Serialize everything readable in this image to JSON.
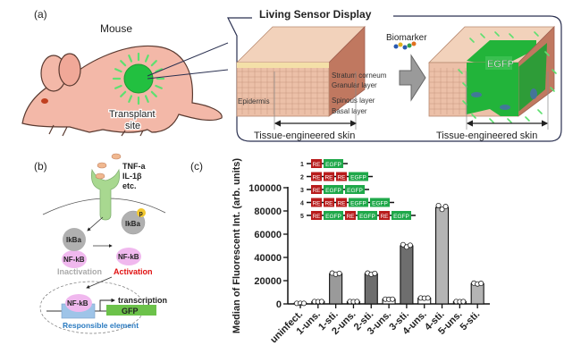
{
  "panel_a": {
    "label": "(a)",
    "mouse_label": "Mouse",
    "transplant_label_1": "Transplant",
    "transplant_label_2": "site",
    "display_title": "Living Sensor Display",
    "biomarker_label": "Biomarker",
    "egfp_label": "EGFP",
    "layers": [
      "Stratum corneum",
      "Granular  layer",
      "Spinous layer",
      "Basal layer"
    ],
    "epidermis_label": "Epidermis",
    "skin_label_left": "Tissue-engineered skin",
    "skin_label_right": "Tissue-engineered skin"
  },
  "panel_b": {
    "label": "(b)",
    "cytokines": [
      "TNF-a",
      "IL-1β",
      "etc."
    ],
    "ikba": "IkBa",
    "phospho": "p",
    "nfkb": "NF-kB",
    "inactivation": "Inactivation",
    "activation": "Activation",
    "transcription": "transcription",
    "gfp": "GFP",
    "responsible_element": "Responsible element",
    "colors": {
      "activation": "#e01010",
      "inactivation": "#aaaaaa",
      "responsible": "#2a7ac0",
      "gfp": "#6cc24a",
      "nfkb": "#f0b8ee",
      "ikba": "#b0b0b0"
    }
  },
  "panel_c": {
    "label": "(c)",
    "constructs": [
      {
        "num": "1",
        "parts": [
          "RE",
          "EGFP"
        ]
      },
      {
        "num": "2",
        "parts": [
          "RE",
          "RE",
          "RE",
          "EGFP"
        ]
      },
      {
        "num": "3",
        "parts": [
          "RE",
          "EGFP",
          "EGFP"
        ]
      },
      {
        "num": "4",
        "parts": [
          "RE",
          "RE",
          "RE",
          "EGFP",
          "EGFP"
        ]
      },
      {
        "num": "5",
        "parts": [
          "RE",
          "EGFP",
          "RE",
          "EGFP",
          "RE",
          "EGFP"
        ]
      }
    ],
    "colors": {
      "RE": "#b81c1c",
      "EGFP": "#1fa84a"
    }
  },
  "chart_data": {
    "type": "bar",
    "title": "",
    "xlabel": "",
    "ylabel": "Median of Fluorescent Int. (arb. units)",
    "ylim": [
      0,
      100000
    ],
    "yticks": [
      0,
      20000,
      40000,
      60000,
      80000,
      100000
    ],
    "ytick_labels": [
      "0",
      "20000",
      "40000",
      "60000",
      "80000",
      "100000"
    ],
    "categories": [
      "uninfect.",
      "1-uns.",
      "1-sti.",
      "2-uns.",
      "2-sti.",
      "3-uns.",
      "3-sti.",
      "4-uns.",
      "4-sti.",
      "5-uns.",
      "5-sti."
    ],
    "values": [
      500,
      2000,
      26000,
      2000,
      26000,
      4000,
      50000,
      5000,
      83000,
      2000,
      17500
    ],
    "bar_colors": [
      "#ffffff",
      "#ffffff",
      "#9a9a9a",
      "#ffffff",
      "#6e6e6e",
      "#ffffff",
      "#6e6e6e",
      "#ffffff",
      "#b4b4b4",
      "#ffffff",
      "#b4b4b4"
    ],
    "grid": false,
    "legend": "none"
  }
}
